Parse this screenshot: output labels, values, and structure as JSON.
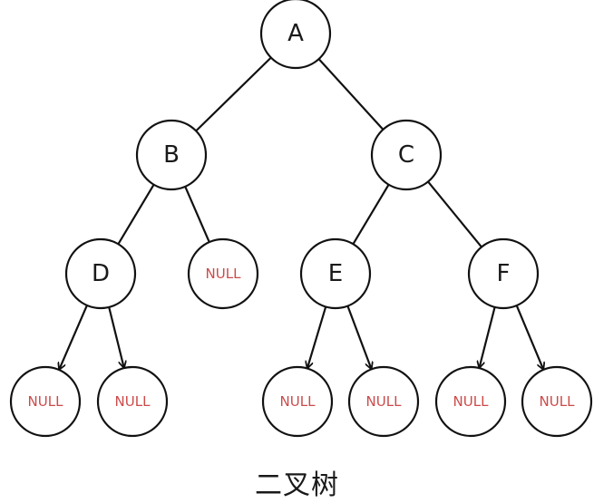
{
  "caption": "二叉树",
  "colors": {
    "stroke": "#111111",
    "text": "#1a1a1a",
    "null_text": "#cc4a4a"
  },
  "nodes": [
    {
      "id": "A",
      "label": "A",
      "null": false
    },
    {
      "id": "B",
      "label": "B",
      "null": false
    },
    {
      "id": "C",
      "label": "C",
      "null": false
    },
    {
      "id": "D",
      "label": "D",
      "null": false
    },
    {
      "id": "BR",
      "label": "NULL",
      "null": true
    },
    {
      "id": "E",
      "label": "E",
      "null": false
    },
    {
      "id": "F",
      "label": "F",
      "null": false
    },
    {
      "id": "DL",
      "label": "NULL",
      "null": true
    },
    {
      "id": "DR",
      "label": "NULL",
      "null": true
    },
    {
      "id": "EL",
      "label": "NULL",
      "null": true
    },
    {
      "id": "ER",
      "label": "NULL",
      "null": true
    },
    {
      "id": "FL",
      "label": "NULL",
      "null": true
    },
    {
      "id": "FR",
      "label": "NULL",
      "null": true
    }
  ],
  "edges": [
    {
      "from": "A",
      "to": "B",
      "arrow": false
    },
    {
      "from": "A",
      "to": "C",
      "arrow": false
    },
    {
      "from": "B",
      "to": "D",
      "arrow": false
    },
    {
      "from": "B",
      "to": "BR",
      "arrow": false
    },
    {
      "from": "C",
      "to": "E",
      "arrow": false
    },
    {
      "from": "C",
      "to": "F",
      "arrow": false
    },
    {
      "from": "D",
      "to": "DL",
      "arrow": true
    },
    {
      "from": "D",
      "to": "DR",
      "arrow": true
    },
    {
      "from": "E",
      "to": "EL",
      "arrow": true
    },
    {
      "from": "E",
      "to": "ER",
      "arrow": true
    },
    {
      "from": "F",
      "to": "FL",
      "arrow": true
    },
    {
      "from": "F",
      "to": "FR",
      "arrow": true
    }
  ]
}
